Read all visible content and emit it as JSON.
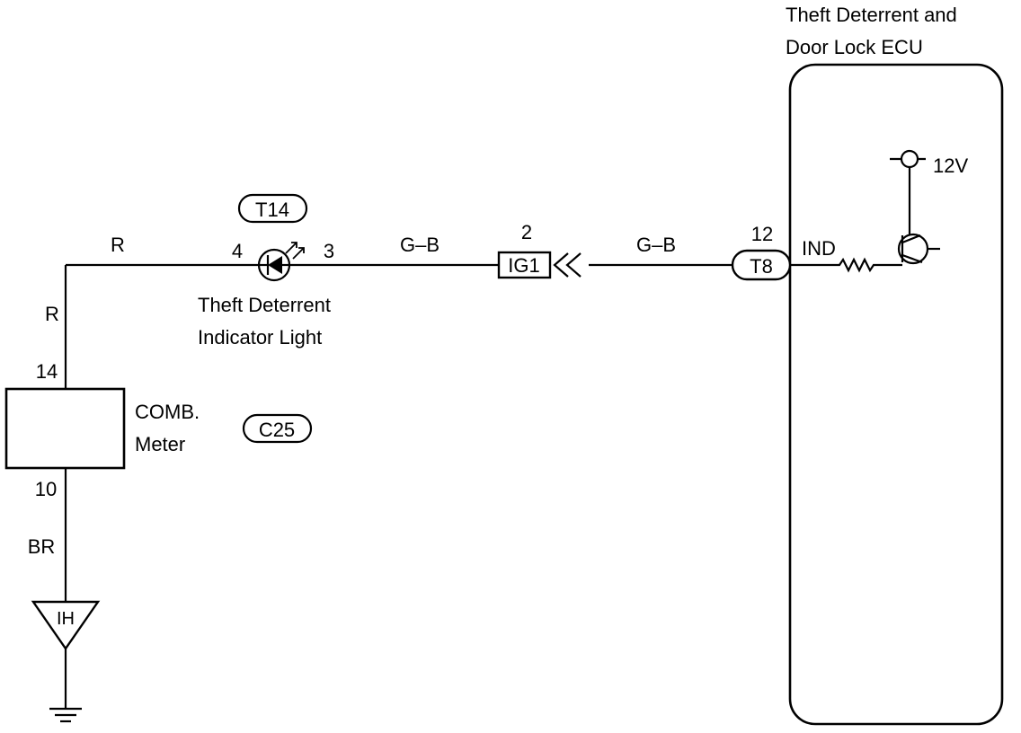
{
  "ecu": {
    "title_line1": "Theft Deterrent and",
    "title_line2": "Door Lock ECU",
    "supply_label": "12V",
    "ind_label": "IND"
  },
  "connectors": {
    "t8": {
      "code": "T8",
      "pin": "12"
    },
    "ig1": {
      "code": "IG1",
      "pin": "2"
    },
    "t14": {
      "code": "T14",
      "pin_left": "4",
      "pin_right": "3"
    },
    "c25": {
      "code": "C25",
      "pin_top": "14",
      "pin_bottom": "10"
    },
    "ground": {
      "code": "IH"
    }
  },
  "wires": {
    "ecu_to_ig1": "G–B",
    "ig1_to_light": "G–B",
    "light_to_corner": "R",
    "corner_to_meter": "R",
    "meter_to_ground": "BR"
  },
  "components": {
    "indicator_line1": "Theft Deterrent",
    "indicator_line2": "Indicator Light",
    "meter_line1": "COMB.",
    "meter_line2": "Meter"
  }
}
